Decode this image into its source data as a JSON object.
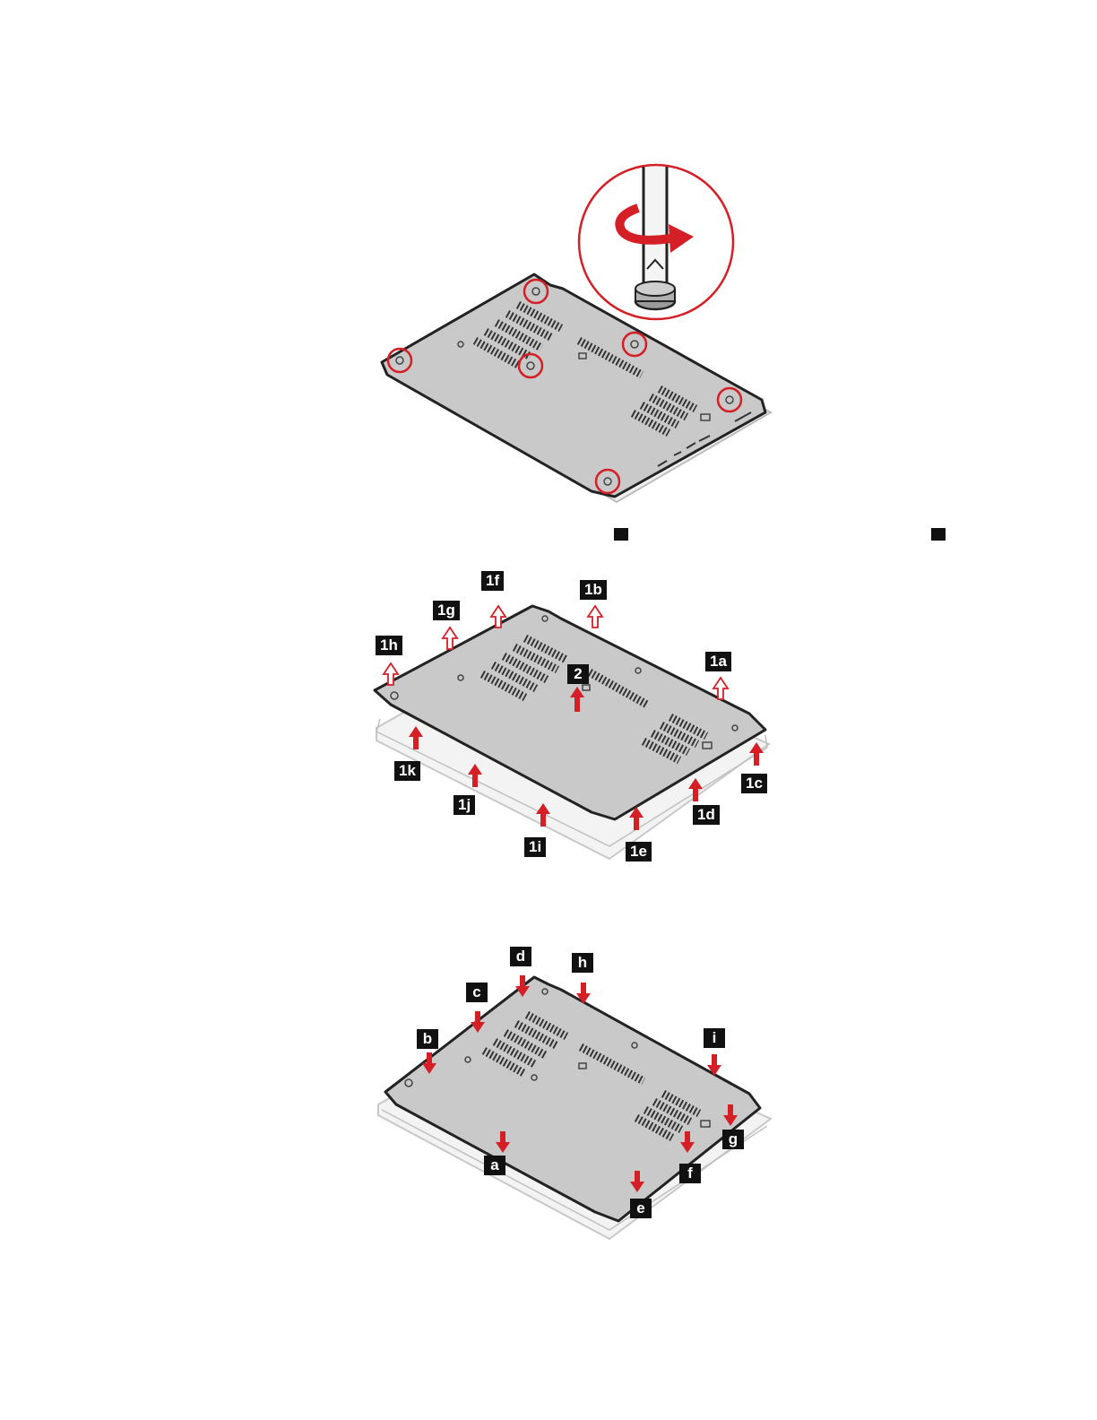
{
  "colors": {
    "accent": "#d51f26",
    "panel": "#c9c9c9",
    "outline": "#222222",
    "label_bg": "#111111",
    "label_text": "#ffffff"
  },
  "icons": {
    "screwdriver": "screwdriver-icon",
    "rotation": "clockwise-rotation-arrow-icon",
    "lift_arrow": "outline-up-arrow-icon",
    "press_arrow": "red-down-arrow-icon"
  },
  "removal_labels": {
    "l1a": "1a",
    "l1b": "1b",
    "l1c": "1c",
    "l1d": "1d",
    "l1e": "1e",
    "l1f": "1f",
    "l1g": "1g",
    "l1h": "1h",
    "l1i": "1i",
    "l1j": "1j",
    "l1k": "1k",
    "l2": "2"
  },
  "install_labels": {
    "a": "a",
    "b": "b",
    "c": "c",
    "d": "d",
    "e": "e",
    "f": "f",
    "g": "g",
    "h": "h",
    "i": "i"
  }
}
